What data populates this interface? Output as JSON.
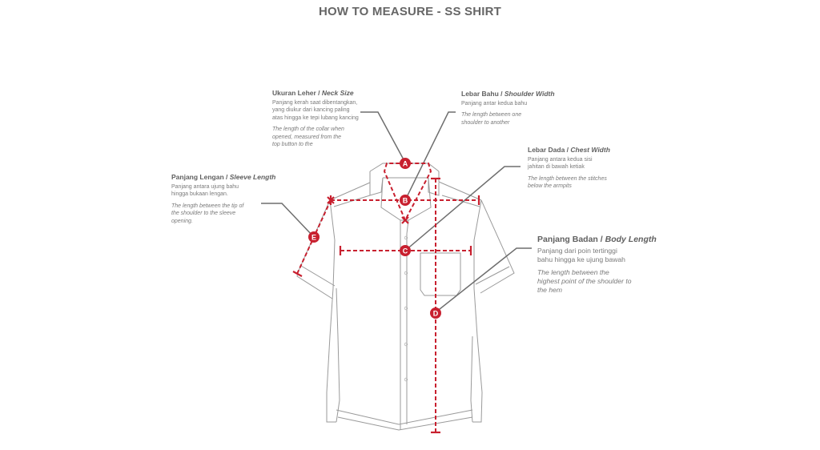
{
  "title": "HOW TO MEASURE - SS SHIRT",
  "accent_color": "#c8202f",
  "outline_color": "#9a9a9a",
  "leader_color": "#6e6e6e",
  "measurements": {
    "neck": {
      "marker": "A",
      "label_id": "Ukuran Leher",
      "separator": " / ",
      "label_en": "Neck Size",
      "desc_id": "Panjang kerah saat dibentangkan, yang diukur dari kancing paling atas hingga ke tepi lubang kancing",
      "desc_en": "The length of the collar when opened, measured from the top button to the"
    },
    "shoulder": {
      "marker": "B",
      "label_id": "Lebar Bahu",
      "separator": " / ",
      "label_en": "Shoulder Width",
      "desc_id": "Panjang antar kedua bahu",
      "desc_en": "The length between one shoulder to another"
    },
    "chest": {
      "marker": "C",
      "label_id": "Lebar Dada",
      "separator": " / ",
      "label_en": "Chest Width",
      "desc_id": "Panjang antara kedua sisi jahitan di bawah ketiak",
      "desc_en": "The length between the stitches below the armpits"
    },
    "body": {
      "marker": "D",
      "label_id": "Panjang Badan",
      "separator": " / ",
      "label_en": "Body Length",
      "desc_id": "Panjang dari poin tertinggi bahu hingga ke ujung bawah",
      "desc_en": "The length between the highest point of the shoulder to the hem"
    },
    "sleeve": {
      "marker": "E",
      "label_id": "Panjang Lengan",
      "separator": " / ",
      "label_en": "Sleeve Length",
      "desc_id": "Panjang antara ujung bahu hingga bukaan lengan.",
      "desc_en": "The length between the tip of the shoulder to the sleeve opening."
    }
  }
}
